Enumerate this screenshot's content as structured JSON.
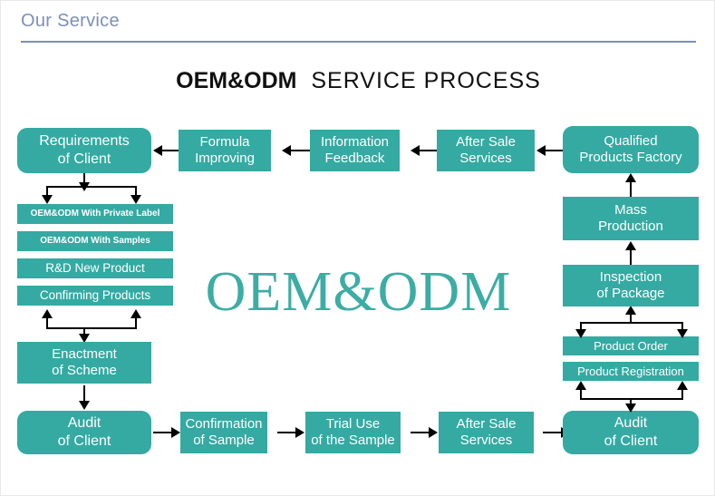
{
  "header": {
    "title": "Our Service"
  },
  "diagram": {
    "title_bold": "OEM&ODM",
    "title_regular": "SERVICE PROCESS",
    "watermark": "OEM&ODM",
    "accent_color": "#34aaa2",
    "header_color": "#7b8fb8",
    "connector_color": "#000000",
    "node_text_color": "#ffffff"
  },
  "top_row": [
    {
      "label_line1": "Requirements",
      "label_line2": "of Client"
    },
    {
      "label_line1": "Formula",
      "label_line2": "Improving"
    },
    {
      "label_line1": "Information",
      "label_line2": "Feedback"
    },
    {
      "label_line1": "After Sale",
      "label_line2": "Services"
    },
    {
      "label_line1": "Qualified",
      "label_line2": "Products Factory"
    }
  ],
  "left_stack": [
    {
      "label": "OEM&ODM With Private Label"
    },
    {
      "label": "OEM&ODM With Samples"
    },
    {
      "label": "R&D New Product"
    },
    {
      "label": "Confirming Products"
    }
  ],
  "left_column": [
    {
      "label_line1": "Enactment",
      "label_line2": "of Scheme"
    },
    {
      "label_line1": "Audit",
      "label_line2": "of Client"
    }
  ],
  "bottom_row": [
    {
      "label_line1": "Confirmation",
      "label_line2": "of Sample"
    },
    {
      "label_line1": "Trial Use",
      "label_line2": "of the Sample"
    },
    {
      "label_line1": "After Sale",
      "label_line2": "Services"
    },
    {
      "label_line1": "Audit",
      "label_line2": "of Client"
    }
  ],
  "right_column": [
    {
      "label_line1": "Mass",
      "label_line2": "Production"
    },
    {
      "label_line1": "Inspection",
      "label_line2": "of Package"
    }
  ],
  "right_stack": [
    {
      "label": "Product Order"
    },
    {
      "label": "Product Registration"
    }
  ]
}
